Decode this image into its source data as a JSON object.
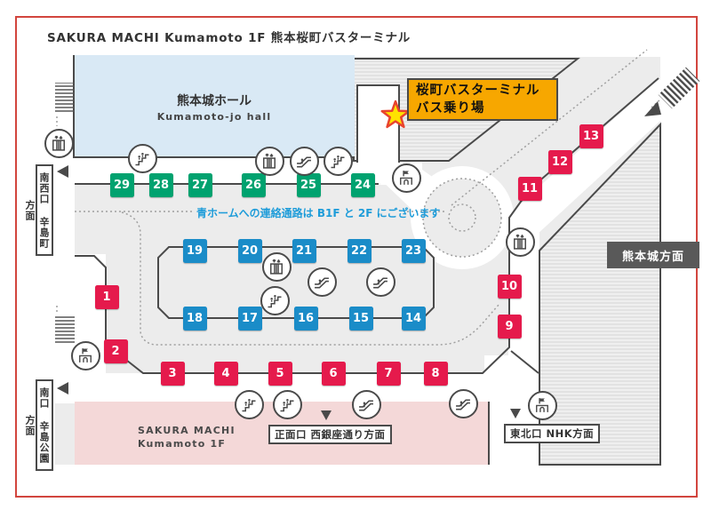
{
  "page": {
    "title": "SAKURA MACHI Kumamoto 1F 熊本桜町バスターミナル"
  },
  "map": {
    "hall": {
      "ja": "熊本城ホール",
      "en": "Kumamoto-jo hall"
    },
    "highlight": {
      "line1": "桜町バスターミナル",
      "line2": "バス乗り場"
    },
    "notice": "青ホームへの連絡通路は B1F と 2F にございます",
    "building": {
      "line1": "SAKURA MACHI",
      "line2": "Kumamoto 1F"
    },
    "exits": {
      "southwest": "南西口 辛島町方面",
      "south": "南口 辛島公園方面",
      "front": "正面口 西銀座通り方面",
      "northeast": "東北口 NHK方面"
    },
    "direction_castle": "熊本城方面",
    "stops": {
      "red": [
        "1",
        "2",
        "3",
        "4",
        "5",
        "6",
        "7",
        "8",
        "9",
        "10",
        "11",
        "12",
        "13"
      ],
      "blue": [
        "14",
        "15",
        "16",
        "17",
        "18",
        "19",
        "20",
        "21",
        "22",
        "23"
      ],
      "green": [
        "24",
        "25",
        "26",
        "27",
        "28",
        "29"
      ]
    },
    "colors": {
      "red": "#e51a4c",
      "blue": "#1a8cc8",
      "green": "#00a26f",
      "orange": "#f7a700",
      "notice": "#1e9cd9",
      "hall": "#d9e9f5",
      "pink": "#f4d8d8",
      "outline": "#4a4a4a",
      "frame": "#d2453e",
      "castle_bg": "#595959"
    },
    "icons": {
      "elevator": "elevator-icon",
      "stairs": "stairs-icon",
      "escalator": "escalator-icon",
      "counter": "ticket-counter-icon"
    }
  }
}
